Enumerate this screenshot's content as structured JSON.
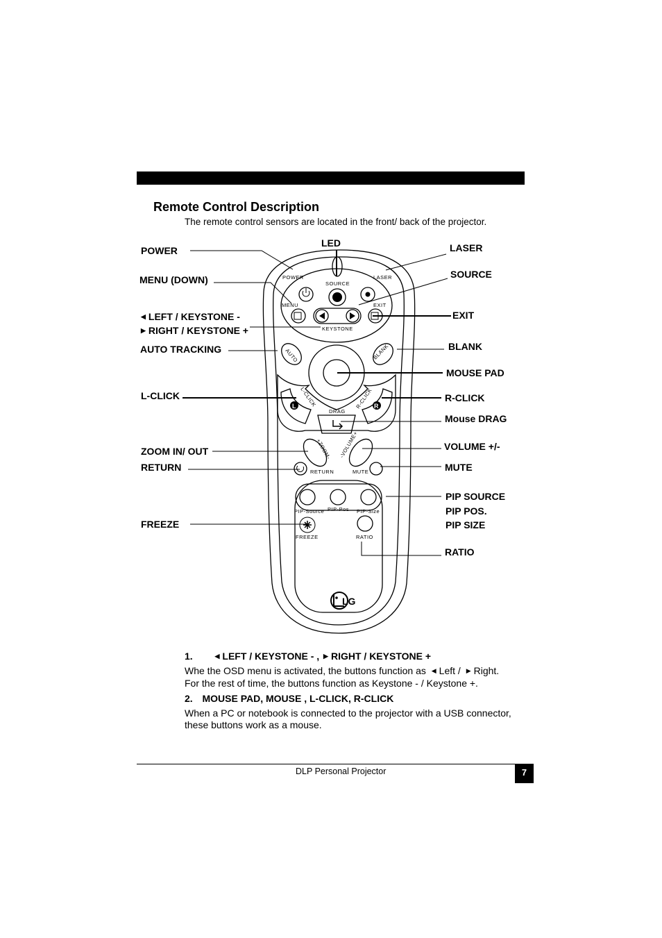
{
  "page": {
    "title": "Remote Control Description",
    "intro": "The remote control sensors are located in the front/ back of the projector."
  },
  "callouts": {
    "power": "POWER",
    "menu": "MENU (DOWN)",
    "left_keystone": "LEFT / KEYSTONE -",
    "right_keystone": "RIGHT / KEYSTONE +",
    "auto_tracking": "AUTO TRACKING",
    "l_click": "L-CLICK",
    "zoom": "ZOOM IN/ OUT",
    "return": "RETURN",
    "freeze": "FREEZE",
    "led": "LED",
    "laser": "LASER",
    "source": "SOURCE",
    "exit": "EXIT",
    "blank": "BLANK",
    "mouse_pad": "MOUSE PAD",
    "r_click": "R-CLICK",
    "mouse_drag": "Mouse DRAG",
    "volume": "VOLUME +/-",
    "mute": "MUTE",
    "pip_source": "PIP SOURCE",
    "pip_pos": "PIP POS.",
    "pip_size": "PIP SIZE",
    "ratio": "RATIO"
  },
  "remote_labels": {
    "power": "POWER",
    "laser": "LASER",
    "source": "SOURCE",
    "menu": "MENU",
    "exit": "EXIT",
    "keystone": "KEYSTONE",
    "auto": "AUTO",
    "blank": "BLANK",
    "l_click": "L-CLICK",
    "r_click": "R-CLICK",
    "l_button": "L",
    "r_button": "R",
    "drag": "DRAG",
    "zoom": "+ZOOM-",
    "volume": "-VOLUME+",
    "return": "RETURN",
    "mute": "MUTE",
    "pip_source": "PIP-Source",
    "pip_pos": "PIP-Pos",
    "pip_size": "PIP-Size",
    "freeze": "FREEZE",
    "ratio": "RATIO",
    "brand": "LG"
  },
  "notes": [
    {
      "number": "1.",
      "heading_left": "LEFT / KEYSTONE - ,",
      "heading_right": "RIGHT / KEYSTONE +",
      "line1_a": "Whe the OSD menu is activated, the buttons function as",
      "line1_b": "Left /",
      "line1_c": "Right.",
      "line2": "For the rest of time, the buttons function as Keystone - / Keystone +."
    },
    {
      "number": "2.",
      "heading": "MOUSE PAD, MOUSE , L-CLICK, R-CLICK",
      "line1": "When a PC or notebook is connected to the projector with a USB connector,",
      "line2": "these buttons work as a mouse."
    }
  ],
  "footer": {
    "text": "DLP Personal Projector",
    "page_number": "7"
  }
}
